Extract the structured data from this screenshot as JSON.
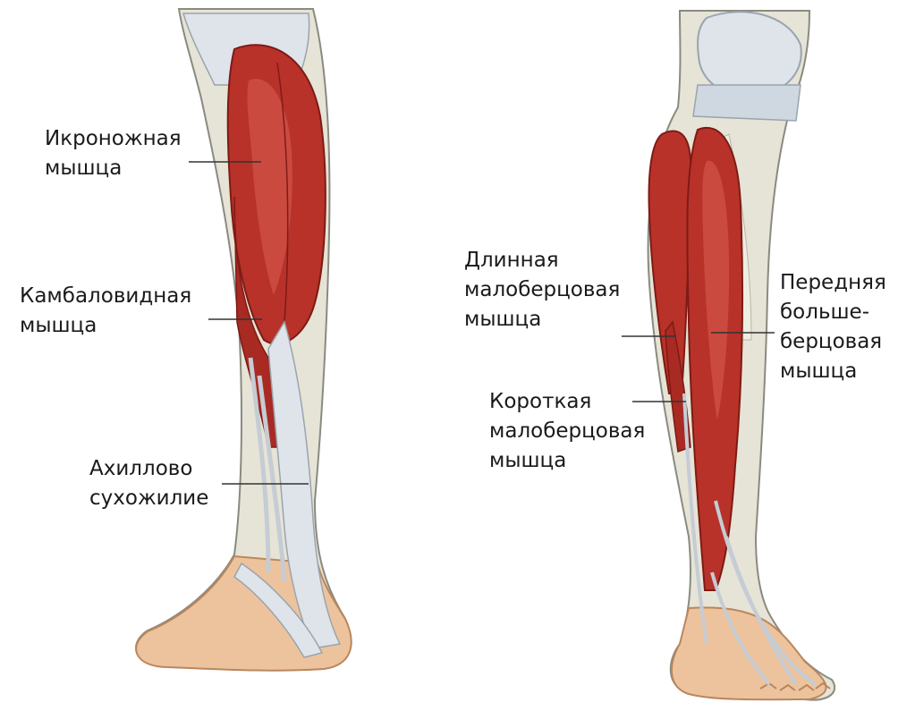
{
  "colors": {
    "muscle": "#b8322a",
    "muscle_dark": "#8e2019",
    "muscle_light": "#d2544a",
    "tendon": "#dfe4ea",
    "tendon_shade": "#b9c3ce",
    "bone": "#e6e4d6",
    "skin": "#edc39d",
    "skin_shade": "#d8a57c",
    "leader": "#333333",
    "text": "#1a1a1a"
  },
  "figures": [
    {
      "view": "posterior",
      "labels": [
        {
          "id": "gastrocnemius",
          "lines": [
            "Икроножная",
            "мышца"
          ]
        },
        {
          "id": "soleus",
          "lines": [
            "Камбаловидная",
            "мышца"
          ]
        },
        {
          "id": "achilles",
          "lines": [
            "Ахиллово",
            "сухожилие"
          ]
        }
      ]
    },
    {
      "view": "anterior",
      "labels": [
        {
          "id": "peroneus-longus",
          "lines": [
            "Длинная",
            "малоберцовая",
            "мышца"
          ]
        },
        {
          "id": "peroneus-brevis",
          "lines": [
            "Короткая",
            "малоберцовая",
            "мышца"
          ]
        },
        {
          "id": "tibialis-anterior",
          "lines": [
            "Передняя",
            "больше-",
            "берцовая",
            "мышца"
          ]
        }
      ]
    }
  ]
}
